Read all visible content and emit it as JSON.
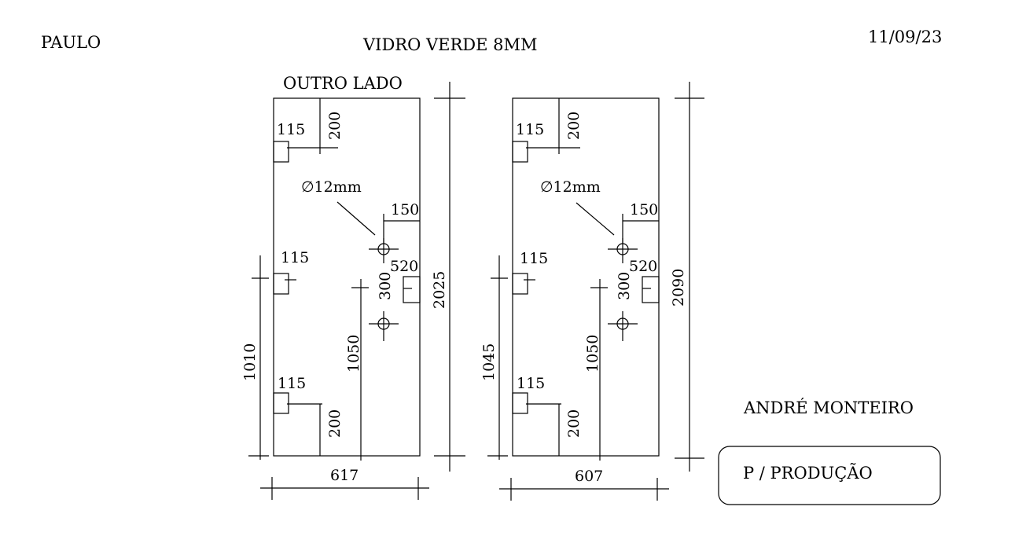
{
  "header": {
    "client": "PAULO",
    "material": "VIDRO VERDE 8MM",
    "date": "11/09/23"
  },
  "panels": [
    {
      "label": "OUTRO LADO",
      "hinge_top": "115",
      "hinge_mid": "115",
      "hinge_bot": "115",
      "dim_top": "200",
      "dim_bot": "200",
      "hole_note": "∅12mm",
      "hole_edge": "150",
      "handle_label": "520",
      "hole_spacing": "300",
      "hole_height": "1050",
      "hinge_height": "1010",
      "height": "2025",
      "width": "617"
    },
    {
      "label": "",
      "hinge_top": "115",
      "hinge_mid": "115",
      "hinge_bot": "115",
      "dim_top": "200",
      "dim_bot": "200",
      "hole_note": "∅12mm",
      "hole_edge": "150",
      "handle_label": "520",
      "hole_spacing": "300",
      "hole_height": "1050",
      "hinge_height": "1045",
      "height": "2090",
      "width": "607"
    }
  ],
  "footer": {
    "name": "ANDRÉ MONTEIRO",
    "stamp": "P / PRODUÇÃO"
  }
}
